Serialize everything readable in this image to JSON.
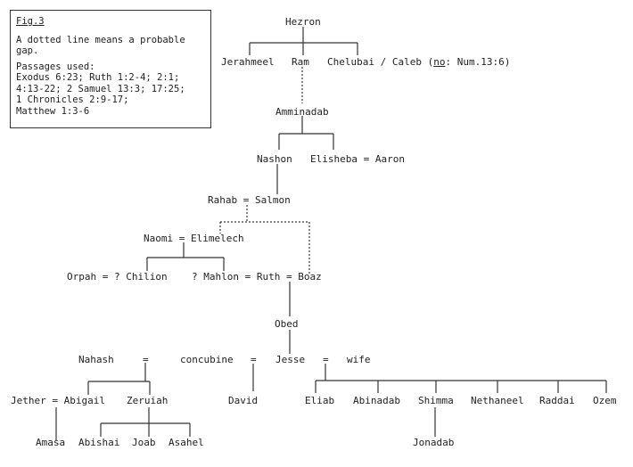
{
  "legend": {
    "title": "Fig.3",
    "note": "A dotted line means a probable gap.",
    "passages_label": "Passages used:",
    "passages": [
      "Exodus 6:23; Ruth 1:2-4; 2:1;",
      "4:13-22; 2 Samuel 13:3; 17:25;",
      "1 Chronicles 2:9-17;",
      "Matthew 1:3-6"
    ]
  },
  "people": {
    "hezron": "Hezron",
    "jerahmeel": "Jerahmeel",
    "ram": "Ram",
    "chelubai": "Chelubai / Caleb (",
    "no": "no",
    "num_ref": ": Num.13:6)",
    "amminadab": "Amminadab",
    "nashon": "Nashon",
    "elisheba_aaron": "Elisheba = Aaron",
    "rahab_salmon": "Rahab = Salmon",
    "naomi_elimelech": "Naomi = Elimelech",
    "orpah_chilion": "Orpah = ? Chilion",
    "mahlon_ruth_boaz": "? Mahlon = Ruth = Boaz",
    "obed": "Obed",
    "nahash": "Nahash",
    "eq1": "=",
    "concubine": "concubine",
    "eq2": "=",
    "jesse": "Jesse",
    "eq3": "=",
    "wife": "wife",
    "jether_abigail": "Jether = Abigail",
    "zeruiah": "Zeruiah",
    "david": "David",
    "eliab": "Eliab",
    "abinadab": "Abinadab",
    "shimma": "Shimma",
    "nethaneel": "Nethaneel",
    "raddai": "Raddai",
    "ozem": "Ozem",
    "amasa": "Amasa",
    "abishai": "Abishai",
    "joab": "Joab",
    "asahel": "Asahel",
    "jonadab": "Jonadab"
  }
}
